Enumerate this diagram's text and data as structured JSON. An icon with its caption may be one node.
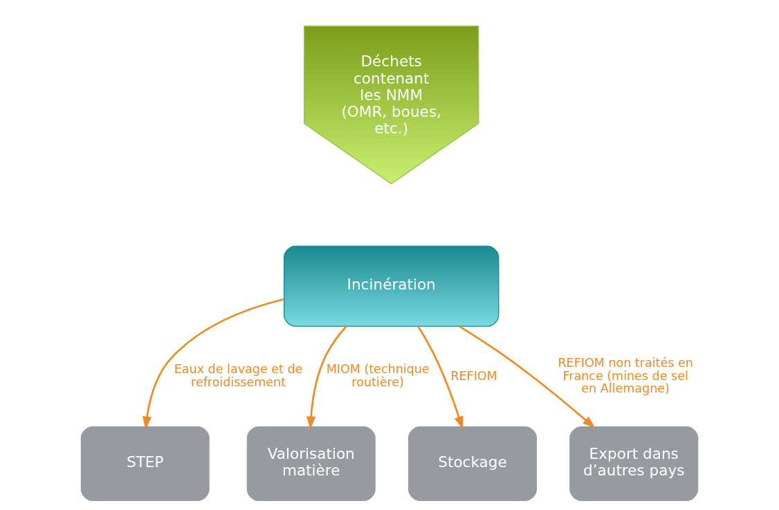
{
  "diagram": {
    "nodes": [
      {
        "text": [
          "Déchets contenant les NMM (OMR, boues, etc.)"
        ]
      },
      {
        "text": [
          "Incinération"
        ]
      },
      {
        "text": [
          "STEP"
        ]
      },
      {
        "text": [
          "Valorisation matière"
        ]
      },
      {
        "text": [
          "Stockage"
        ]
      },
      {
        "text": [
          "Export dans d’autres pays"
        ]
      }
    ],
    "edges": [
      {
        "from": 1,
        "to": 2,
        "arrow": "to",
        "label": "Eaux de lavage et de refroidissement"
      },
      {
        "from": 1,
        "to": 3,
        "arrow": "to",
        "label": "MIOM (technique routière)"
      },
      {
        "from": 1,
        "to": 4,
        "arrow": "to",
        "label": "REFIOM"
      },
      {
        "from": 1,
        "to": 5,
        "arrow": "to",
        "label": "REFIOM non traités en France (mines de sel en Allemagne)"
      }
    ]
  }
}
